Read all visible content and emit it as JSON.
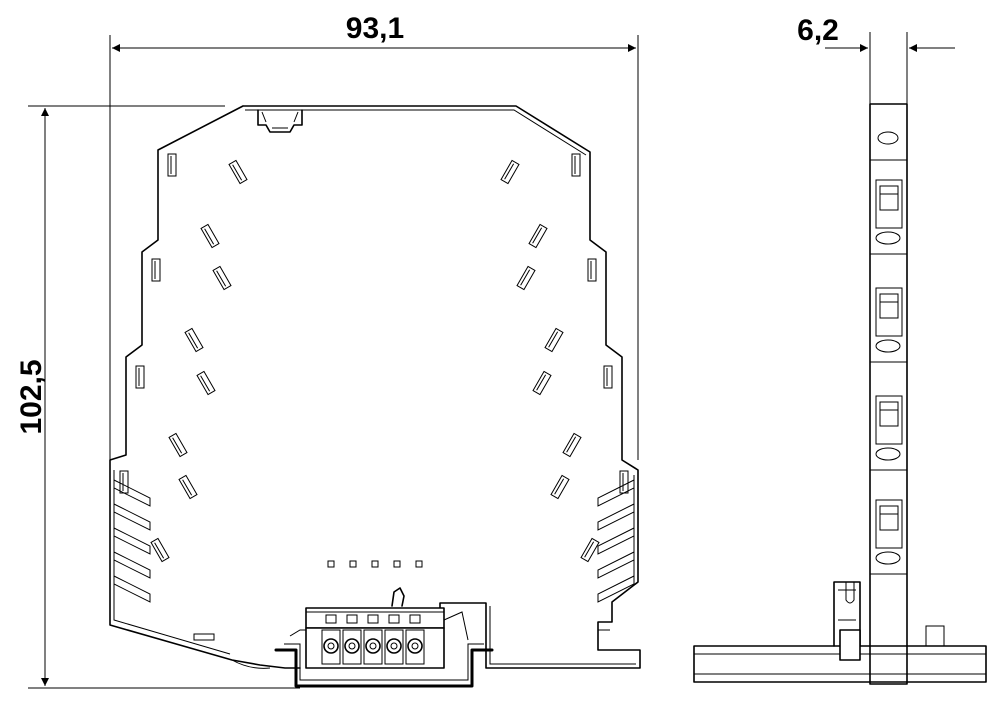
{
  "dimensions": {
    "width_label": "93,1",
    "height_label": "102,5",
    "depth_label": "6,2"
  },
  "colors": {
    "line": "#000000",
    "background": "#ffffff"
  }
}
